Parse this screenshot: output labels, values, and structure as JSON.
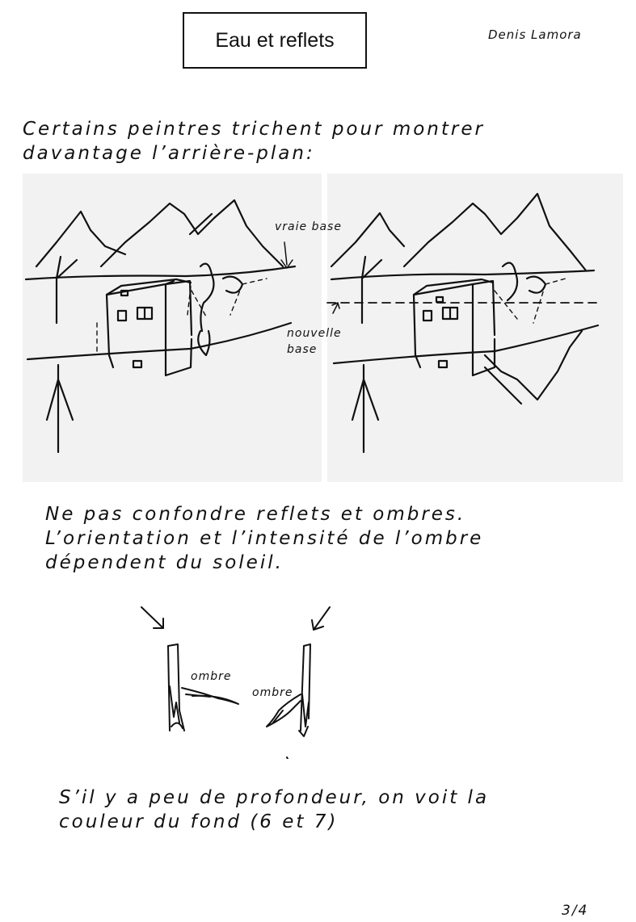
{
  "header": {
    "title": "Eau et reflets",
    "author": "Denis Lamora"
  },
  "paragraphs": {
    "p1_line1": "Certains peintres trichent pour montrer",
    "p1_line2": "davantage l’arrière-plan:",
    "p2_line1": "Ne pas confondre reflets et ombres.",
    "p2_line2": "L’orientation et l’intensité de l’ombre",
    "p2_line3": "dépendent du soleil.",
    "p3_line1": "S’il y a peu de profondeur, on voit la",
    "p3_line2": "couleur du fond (6 et 7)"
  },
  "figure1": {
    "label_true_base": "vraie base",
    "label_new_base_1": "nouvelle",
    "label_new_base_2": "base"
  },
  "figure2": {
    "label_shadow_left": "ombre",
    "label_shadow_right": "ombre"
  },
  "footer": {
    "page": "3/4"
  }
}
